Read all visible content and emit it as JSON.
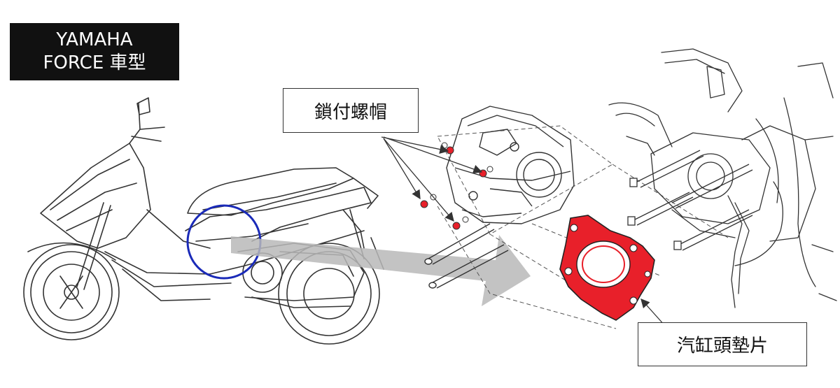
{
  "model": {
    "line1": "YAMAHA",
    "line2": "FORCE 車型"
  },
  "labels": {
    "lock_nut": "鎖付螺帽",
    "cylinder_head_gasket": "汽缸頭墊片"
  },
  "colors": {
    "highlight_circle": "#1a2ab8",
    "gasket": "#e8202a",
    "arrow": "#b8b8b8",
    "line_art": "#333333"
  },
  "icons": {
    "pointer_arrows": "arrow-icon",
    "zoom_arrow": "big-arrow-icon"
  }
}
